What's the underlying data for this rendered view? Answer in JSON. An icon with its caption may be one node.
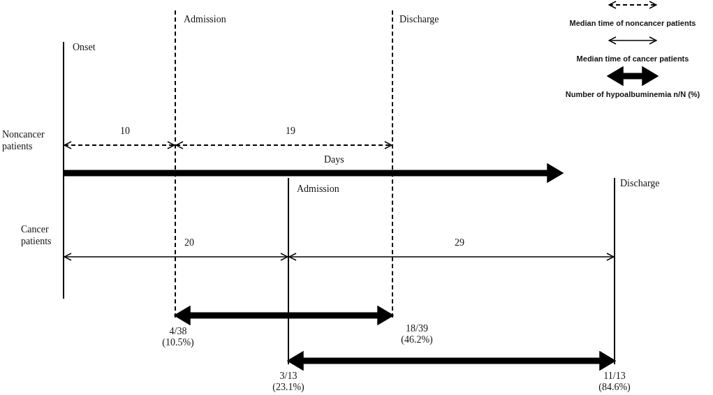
{
  "diagram": {
    "nodes": [
      {
        "text": [
          "Onset"
        ]
      },
      {
        "text": [
          "Admission"
        ],
        "beside": [
          "4/38 (10.5%)"
        ]
      },
      {
        "text": [
          "Discharge"
        ],
        "beside": [
          "18/39 (46.2%)"
        ]
      },
      {
        "text": [
          "Admission"
        ],
        "beside": [
          "3/13 (23.1%)"
        ]
      },
      {
        "text": [
          "Discharge"
        ],
        "beside": [
          "11/13 (84.6%)"
        ]
      }
    ],
    "edges": [
      {
        "from": 0,
        "to": 1,
        "arrow": "both",
        "style": "dashed",
        "label": "10"
      },
      {
        "from": 1,
        "to": 2,
        "arrow": "both",
        "style": "dashed",
        "label": "19"
      },
      {
        "from": 0,
        "to": null,
        "arrow": "to",
        "style": "thick",
        "label": "Days"
      },
      {
        "from": 0,
        "to": 3,
        "arrow": "both",
        "label": "20"
      },
      {
        "from": 3,
        "to": 4,
        "arrow": "both",
        "label": "29"
      },
      {
        "from": 1,
        "to": 2,
        "arrow": "both",
        "style": "thick"
      },
      {
        "from": 3,
        "to": 4,
        "arrow": "both",
        "style": "thick"
      }
    ],
    "labels": [
      "Noncancer patients",
      "Cancer patients"
    ],
    "legend": [
      {
        "text": "Median time of noncancer patients"
      },
      {
        "text": "Median time of cancer patients"
      },
      {
        "text": "Number of hypoalbuminemia n/N (%)"
      }
    ]
  }
}
